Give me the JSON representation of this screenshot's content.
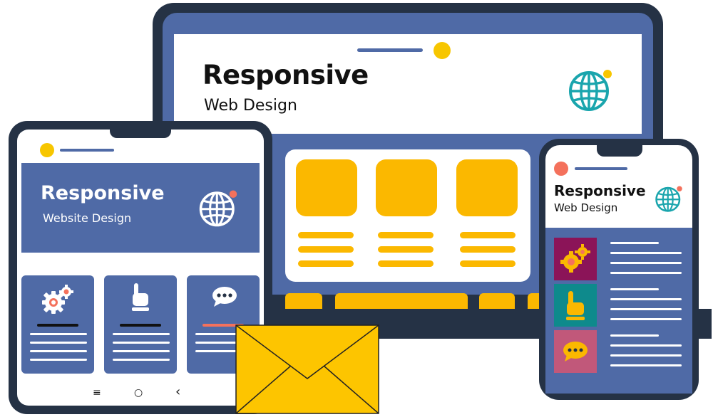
{
  "desktop": {
    "title": "Responsive",
    "subtitle": "Web Design"
  },
  "tablet": {
    "title": "Responsive",
    "subtitle": "Website Design",
    "nav": {
      "menu": "≡",
      "home": "○",
      "back": "‹"
    }
  },
  "phone": {
    "title": "Responsive",
    "subtitle": "Web Design"
  },
  "icons": {
    "desktop_globe": "globe-icon",
    "tablet_globe": "globe-icon",
    "phone_globe": "globe-icon",
    "gears": "gears-icon",
    "pointer": "pointing-hand-icon",
    "chat": "chat-bubble-icon",
    "mail": "envelope-icon"
  },
  "colors": {
    "frame": "#253245",
    "blue": "#4f6aa6",
    "yellow": "#fbb800",
    "teal": "#1aa5ad",
    "coral": "#f4715c",
    "magenta": "#8b1458",
    "dark_teal": "#0e8a8c",
    "rose": "#c1587a"
  }
}
